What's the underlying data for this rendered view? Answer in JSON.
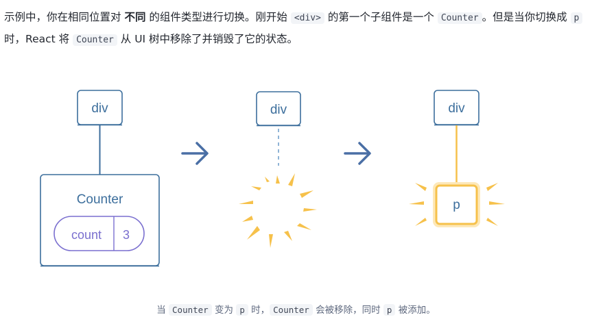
{
  "intro": {
    "t1": "示例中，你在相同位置对 ",
    "t2_bold": "不同",
    "t3": " 的组件类型进行切换。刚开始 ",
    "c1": "<div>",
    "t4": " 的第一个子组件是一个 ",
    "c2": "Counter",
    "t5": "。但是当你切换成 ",
    "c3": "p",
    "t6": " 时，React 将 ",
    "c4": "Counter",
    "t7": " 从 UI 树中移除了并销毁了它的状态。"
  },
  "diagram": {
    "stage1": {
      "parent_label": "div",
      "child_label": "Counter",
      "state_name": "count",
      "state_value": "3"
    },
    "stage2": {
      "parent_label": "div"
    },
    "stage3": {
      "parent_label": "div",
      "child_label": "p"
    },
    "colors": {
      "node_border": "#3c6e9c",
      "node_text": "#3c6e9c",
      "arrow": "#4a6fa5",
      "state_text": "#7a6fcf",
      "highlight": "#f6c14b"
    }
  },
  "caption": {
    "t1": "当 ",
    "c1": "Counter",
    "t2": " 变为 ",
    "c2": "p",
    "t3": " 时，",
    "c3": "Counter",
    "t4": " 会被移除，同时 ",
    "c4": "p",
    "t5": " 被添加。"
  }
}
